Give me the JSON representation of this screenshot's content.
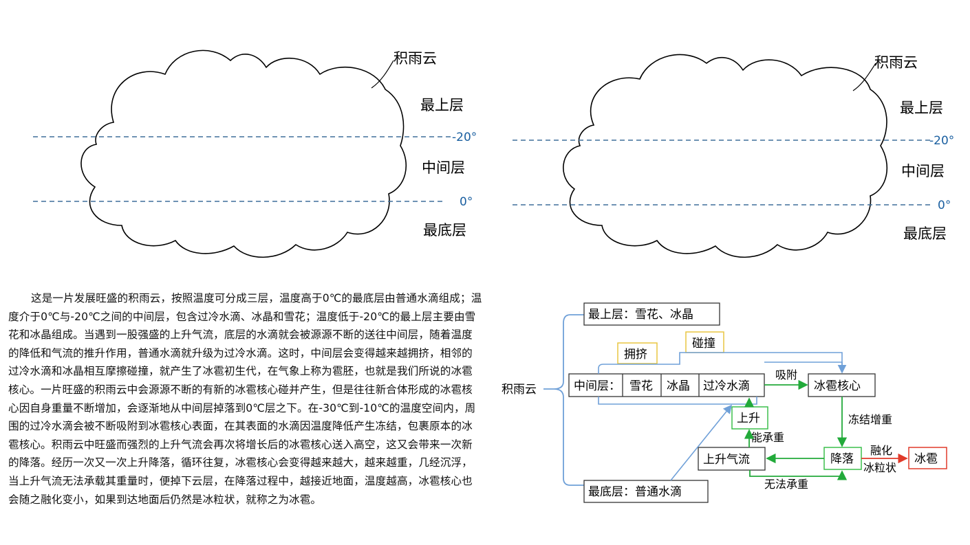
{
  "cloud_left": {
    "cloud_name": "积雨云",
    "layer_top": "最上层",
    "layer_middle": "中间层",
    "layer_bottom": "最底层",
    "temp_upper": "-20°",
    "temp_lower": "0°"
  },
  "cloud_right": {
    "cloud_name": "积雨云",
    "layer_top": "最上层",
    "layer_middle": "中间层",
    "layer_bottom": "最底层",
    "temp_upper": "-20°",
    "temp_lower": "0°"
  },
  "paragraph": "这是一片发展旺盛的积雨云，按照温度可分成三层，温度高于0℃的最底层由普通水滴组成；温度介于0℃与-20℃之间的中间层，包含过冷水滴、冰晶和雪花；温度低于-20℃的最上层主要由雪花和冰晶组成。当遇到一股强盛的上升气流，底层的水滴就会被源源不断的送往中间层，随着温度的降低和气流的推升作用，普通水滴就升级为过冷水滴。这时，中间层会变得越来越拥挤，相邻的过冷水滴和冰晶相互摩擦碰撞，就产生了冰雹初生代，在气象上称为雹胚，也就是我们所说的冰雹核心。一片旺盛的积雨云中会源源不断的有新的冰雹核心碰并产生，但是往往新合体形成的冰雹核心因自身重量不断增加，会逐渐地从中间层掉落到0℃层之下。在-30℃到-10℃的温度空间内，周围的过冷水滴会被不断吸附到冰雹核心表面，在其表面的水滴因温度降低产生冻结，包裹原本的冰雹核心。积雨云中旺盛而强烈的上升气流会再次将增长后的冰雹核心送入高空，这又会带来一次新的降落。经历一次又一次上升降落，循环往复，冰雹核心会变得越来越大，越来越重，几经沉浮，当上升气流无法承载其重量时，便掉下云层，在降落过程中，越接近地面，温度越高，冰雹核心也会随之融化变小，如果到达地面后仍然是冰粒状，就称之为冰雹。",
  "flow": {
    "root": "积雨云",
    "top_layer": "最上层：雪花、冰晶",
    "middle_layer": "中间层：",
    "middle_cells": [
      "雪花",
      "冰晶",
      "过冷水滴"
    ],
    "bottom_layer": "最底层：普通水滴",
    "crowd": "拥挤",
    "collide": "碰撞",
    "adsorb": "吸附",
    "hail_core": "冰雹核心",
    "freeze": "冻结增重",
    "fall": "降落",
    "melt": "融化",
    "ice_grain": "冰粒状",
    "hail": "冰雹",
    "updraft": "上升气流",
    "cannot_bear": "无法承重",
    "can_bear": "能承重",
    "rise": "上升",
    "colors": {
      "blue_edge": "#6fa0d8",
      "green_edge": "#22aa3a",
      "red_edge": "#e03a2a",
      "yellow_box": "#e8c640",
      "green_box": "#3cbf4c",
      "red_box": "#e03a2a",
      "dashed_line": "#3f6f9a",
      "temp_text": "#1a5fa0"
    }
  }
}
